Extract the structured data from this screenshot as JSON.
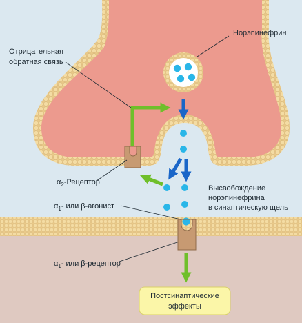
{
  "labels": {
    "norepinephrine": "Норэпинефрин",
    "feedback_line1": "Отрицательная",
    "feedback_line2": "обратная связь",
    "alpha2_sym": "α",
    "alpha2_sub": "2",
    "alpha2_rest": "-Рецептор",
    "release_line1": "Высвобождение",
    "release_line2": "норэпинефрина",
    "release_line3": "в синаптическую щель",
    "agonist_sym": "α",
    "agonist_sub": "1",
    "agonist_rest": "- или β-агонист",
    "receptor_sym": "α",
    "receptor_sub": "1",
    "receptor_rest": "- или β-рецептор",
    "effects_line1": "Постсинаптические",
    "effects_line2": "эффекты"
  },
  "colors": {
    "background": "#dbe8f0",
    "neuron_fill": "#ec9a8e",
    "membrane_ball": "#f4dca3",
    "membrane_core": "#e9c989",
    "postsynaptic_fill": "#dfc9c1",
    "receptor": "#c79a72",
    "transmitter": "#29b6e8",
    "release_arrow": "#1a66c8",
    "feedback_arrow": "#6fbf2a",
    "effects_box": "#fbf6a8"
  }
}
